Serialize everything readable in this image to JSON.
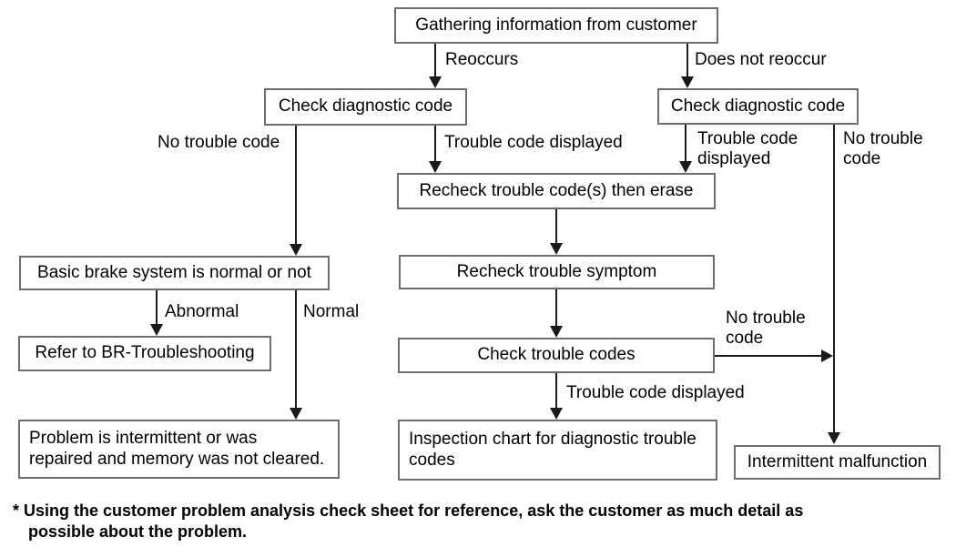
{
  "diagram": {
    "type": "flowchart",
    "title_implicit": "Brake diagnostic trouble code flowchart",
    "colors": {
      "background": "#ffffff",
      "box_border": "#6e6e6e",
      "box_fill": "#ffffff",
      "connector": "#1a1a1a",
      "text": "#000000"
    },
    "nodes": {
      "gathering": {
        "text": "Gathering information from customer"
      },
      "check_diagnostic_left": {
        "text": "Check diagnostic code"
      },
      "check_diagnostic_right": {
        "text": "Check diagnostic code"
      },
      "recheck_erase": {
        "text": "Recheck trouble code(s) then erase"
      },
      "recheck_symptom": {
        "text": "Recheck trouble symptom"
      },
      "check_codes": {
        "text": "Check trouble codes"
      },
      "inspection_chart": {
        "lines": [
          "Inspection chart for diagnostic trouble",
          "codes"
        ]
      },
      "basic_brake": {
        "text": "Basic brake system is normal or not"
      },
      "refer_br": {
        "text": "Refer to BR-Troubleshooting"
      },
      "problem_intermittent": {
        "lines": [
          "Problem is intermittent or was",
          "repaired and memory was not cleared."
        ]
      },
      "intermittent_malfunction": {
        "text": "Intermittent malfunction"
      }
    },
    "edge_labels": {
      "reoccurs": "Reoccurs",
      "does_not_reoccur": "Does not reoccur",
      "no_trouble_code_left": "No trouble code",
      "trouble_code_displayed_left": "Trouble code displayed",
      "trouble_code_displayed_right": "Trouble code displayed",
      "no_trouble_code_right": "No trouble code",
      "abnormal": "Abnormal",
      "normal": "Normal",
      "no_trouble_code_center": "No trouble code",
      "trouble_code_displayed_center": "Trouble code displayed"
    },
    "footnote": {
      "lines": [
        "* Using the customer problem analysis check sheet for reference, ask the customer as much detail as",
        "possible about the problem."
      ]
    }
  }
}
